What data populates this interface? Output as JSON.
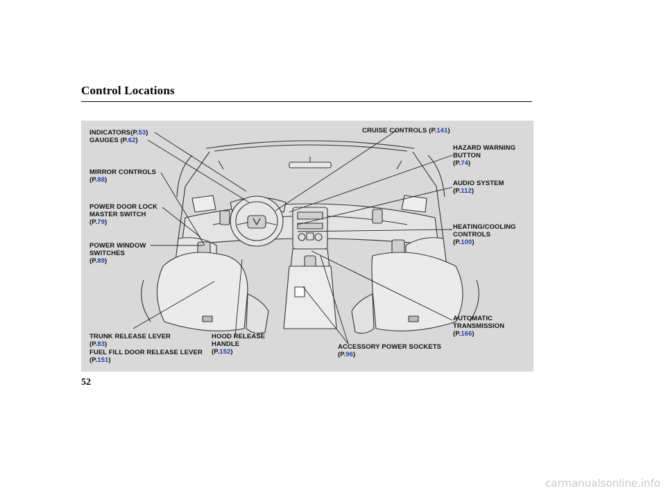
{
  "title": "Control Locations",
  "page_number": "52",
  "watermark": "carmanualsonline.info",
  "labels": {
    "indicators": {
      "text": "INDICATORS(P.",
      "page": "53",
      "close": ")"
    },
    "gauges": {
      "text": "GAUGES (P.",
      "page": "62",
      "close": ")"
    },
    "mirror": {
      "l1": "MIRROR CONTROLS",
      "l2": "(P.",
      "page": "88",
      "close": ")"
    },
    "doorlock": {
      "l1": "POWER DOOR LOCK",
      "l2": "MASTER SWITCH",
      "l3": "(P.",
      "page": "79",
      "close": ")"
    },
    "window": {
      "l1": "POWER WINDOW",
      "l2": "SWITCHES",
      "l3": "(P.",
      "page": "89",
      "close": ")"
    },
    "trunk": {
      "l1": "TRUNK RELEASE LEVER",
      "l2": "(P.",
      "page": "83",
      "close": ")"
    },
    "fuel": {
      "l1": "FUEL FILL DOOR RELEASE LEVER",
      "l2": "(P.",
      "page": "151",
      "close": ")"
    },
    "hood": {
      "l1": "HOOD RELEASE",
      "l2": "HANDLE",
      "l3": "(P.",
      "page": "152",
      "close": ")"
    },
    "cruise": {
      "text": "CRUISE CONTROLS (P.",
      "page": "141",
      "close": ")"
    },
    "hazard": {
      "l1": "HAZARD WARNING",
      "l2": "BUTTON",
      "l3": "(P.",
      "page": "74",
      "close": ")"
    },
    "audio": {
      "l1": "AUDIO SYSTEM",
      "l2": "(P.",
      "page": "112",
      "close": ")"
    },
    "heating": {
      "l1": "HEATING/COOLING",
      "l2": "CONTROLS",
      "l3": "(P.",
      "page": "100",
      "close": ")"
    },
    "transmission": {
      "l1": "AUTOMATIC",
      "l2": "TRANSMISSION",
      "l3": "(P.",
      "page": "166",
      "close": ")"
    },
    "sockets": {
      "l1": "ACCESSORY POWER SOCKETS",
      "l2": "(P.",
      "page": "96",
      "close": ")"
    }
  }
}
